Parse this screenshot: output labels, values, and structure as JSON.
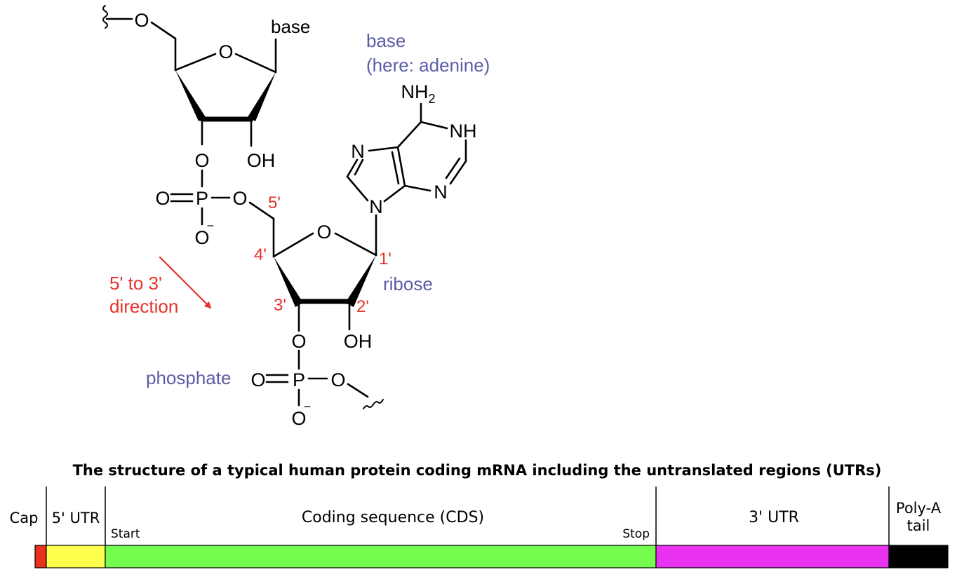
{
  "molecule": {
    "atoms": {
      "O": "O",
      "P": "P",
      "OH": "OH",
      "O_minus": "O",
      "minus_sign": "−",
      "N": "N",
      "NH": "NH",
      "NH2_main": "NH",
      "NH2_sub": "2"
    },
    "labels": {
      "base_top": "base",
      "base_line1": "base",
      "base_line2": "(here: adenine)",
      "ribose": "ribose",
      "phosphate": "phosphate",
      "direction_line1": "5' to 3'",
      "direction_line2": "direction",
      "pos_5": "5'",
      "pos_4": "4'",
      "pos_3": "3'",
      "pos_2": "2'",
      "pos_1": "1'"
    },
    "colors": {
      "bond": "#000000",
      "blue_label": "#5b5ea6",
      "red_label": "#e8302a"
    }
  },
  "mrna": {
    "title": "The structure of a typical human protein coding mRNA including the untranslated regions (UTRs)",
    "regions": [
      {
        "label": "Cap",
        "color": "#e8311f"
      },
      {
        "label": "5' UTR",
        "color": "#ffff4d"
      },
      {
        "label": "Coding sequence (CDS)",
        "color": "#74fc4e"
      },
      {
        "label": "3' UTR",
        "color": "#e832f0"
      },
      {
        "label_line1": "Poly-A",
        "label_line2": "tail",
        "color": "#000000"
      }
    ],
    "start_label": "Start",
    "stop_label": "Stop"
  }
}
